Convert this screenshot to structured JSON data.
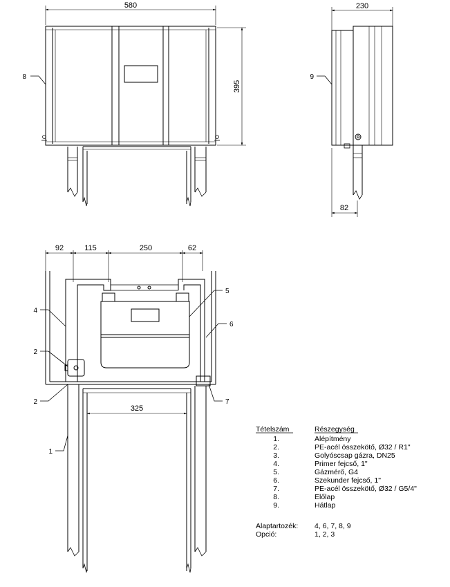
{
  "dimensions": {
    "front_width": "580",
    "front_height": "395",
    "side_depth": "230",
    "side_offset": "82",
    "plan_left": "92",
    "plan_gap": "115",
    "plan_meter": "250",
    "plan_right": "62",
    "frame_span": "325"
  },
  "callouts": {
    "c1": "1",
    "c2a": "2",
    "c2b": "2",
    "c4": "4",
    "c5": "5",
    "c6": "6",
    "c7": "7",
    "c8": "8",
    "c9": "9"
  },
  "legend": {
    "header_item": "Tételszám",
    "header_part": "Részegység",
    "rows": [
      {
        "num": "1.",
        "text": "Alépítmény"
      },
      {
        "num": "2.",
        "text": "PE-acél összekötő, Ø32 / R1\""
      },
      {
        "num": "3.",
        "text": "Golyóscsap gázra, DN25"
      },
      {
        "num": "4.",
        "text": "Primer fejcső, 1\""
      },
      {
        "num": "5.",
        "text": "Gázmérő, G4"
      },
      {
        "num": "6.",
        "text": "Szekunder fejcső, 1\""
      },
      {
        "num": "7.",
        "text": "PE-acél összekötő, Ø32 / G5/4\""
      },
      {
        "num": "8.",
        "text": "Előlap"
      },
      {
        "num": "9.",
        "text": "Hátlap"
      }
    ],
    "base_label": "Alaptartozék:",
    "base_value": "4, 6, 7, 8, 9",
    "option_label": "Opció:",
    "option_value": "1, 2, 3"
  }
}
